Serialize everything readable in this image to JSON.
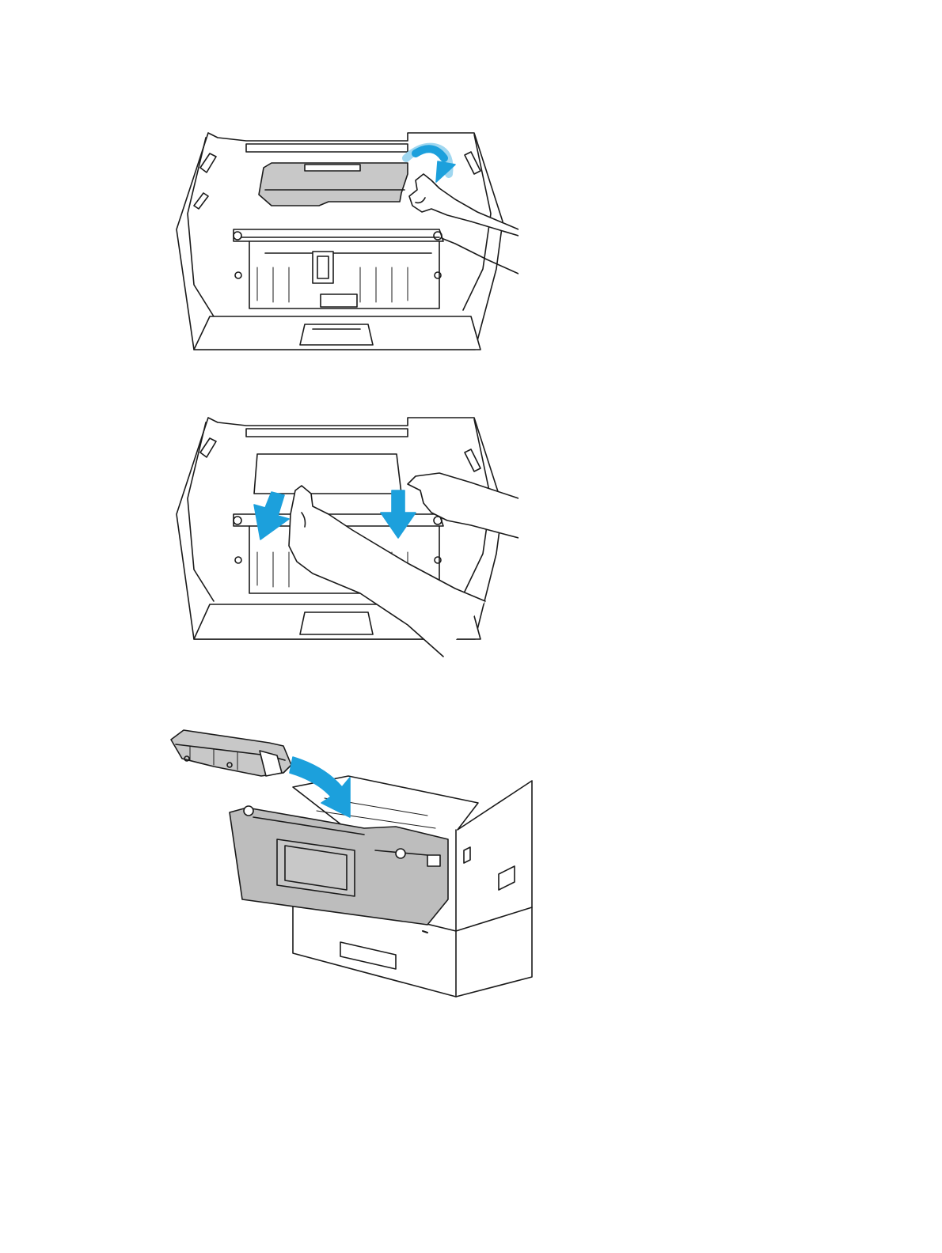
{
  "page": {
    "background": "#ffffff"
  },
  "colors": {
    "line": "#1a1a1a",
    "arrow_blue": "#1ca0dc",
    "arrow_light": "#9fd7f0",
    "part_gray": "#c8c8c8",
    "panel_gray": "#bdbdbd",
    "fill_white": "#ffffff"
  },
  "figures": [
    {
      "icon": "printer-open-release-lever-illustration"
    },
    {
      "icon": "printer-remove-jammed-paper-illustration"
    },
    {
      "icon": "printer-insert-toner-cartridge-illustration"
    }
  ]
}
